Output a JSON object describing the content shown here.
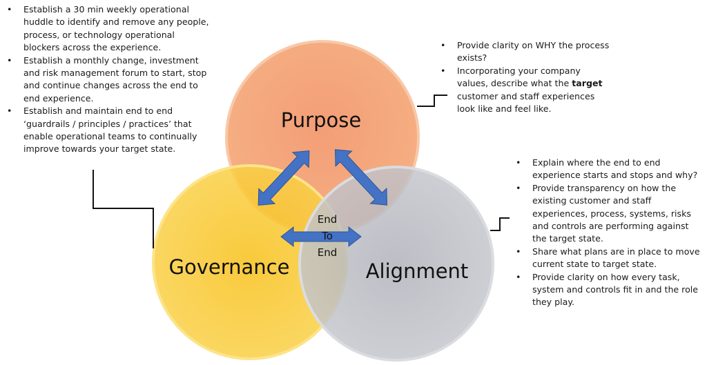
{
  "circles": {
    "purpose": "Purpose",
    "governance": "Governance",
    "alignment": "Alignment"
  },
  "center": {
    "line1": "End",
    "line2": "To",
    "line3": "End"
  },
  "colors": {
    "purpose_fill": "#F4A070",
    "purpose_stroke": "#F7C2A0",
    "governance_fill": "#F8C72E",
    "governance_stroke": "#FBE07A",
    "alignment_fill": "#B8BBC3",
    "alignment_stroke": "#D6D8DD",
    "arrow": "#4472C4"
  },
  "governance_points": [
    "Establish a 30 min weekly operational huddle to identify and remove any people, process, or technology operational blockers across the experience.",
    "Establish a monthly change, investment and risk management forum to start, stop and continue changes across the end to end experience.",
    "Establish and maintain end to end ‘guardrails / principles / practices’ that enable operational teams to continually improve towards your target state."
  ],
  "purpose_points": {
    "item1": "Provide clarity on WHY the process exists?",
    "item2_before": "Incorporating your company values, describe what the ",
    "item2_bold": "target",
    "item2_after": " customer and staff experiences look like and feel like."
  },
  "alignment_points": [
    "Explain where the end to end experience starts and stops and why?",
    "Provide transparency on how the existing customer and staff experiences, process, systems, risks and controls are performing against the target state.",
    "Share what plans are in place to move current state to target state.",
    "Provide clarity on how every task, system and controls fit in and the role they play."
  ]
}
